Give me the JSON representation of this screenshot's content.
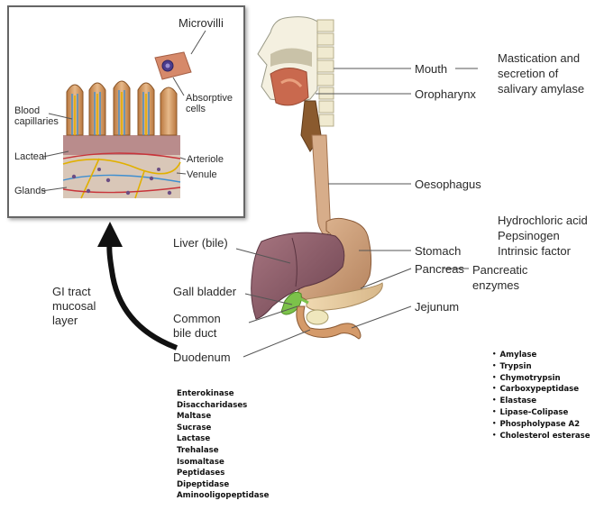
{
  "inset": {
    "microvilli": "Microvilli",
    "absorptive_cells": [
      "Absorptive",
      "cells"
    ],
    "blood_capillaries": [
      "Blood",
      "capillaries"
    ],
    "lacteal": "Lacteal",
    "arteriole": "Arteriole",
    "venule": "Venule",
    "glands": "Glands"
  },
  "gi_tract": [
    "GI tract",
    "mucosal",
    "layer"
  ],
  "organs": {
    "mouth": "Mouth",
    "oropharynx": "Oropharynx",
    "oesophagus": "Oesophagus",
    "stomach": "Stomach",
    "pancreas": "Pancreas",
    "jejunum": "Jejunum",
    "liver": "Liver (bile)",
    "gall_bladder": "Gall bladder",
    "common_bile_duct": [
      "Common",
      "bile duct"
    ],
    "duodenum": "Duodenum"
  },
  "functions": {
    "mouth": [
      "Mastication and",
      "secretion of",
      "salivary amylase"
    ],
    "stomach": [
      "Hydrochloric acid",
      "Pepsinogen",
      "Intrinsic factor"
    ],
    "pancreas": [
      "Pancreatic",
      "enzymes"
    ]
  },
  "brush_border_enzymes": [
    "Enterokinase",
    "Disaccharidases",
    "Maltase",
    "Sucrase",
    "Lactase",
    "Trehalase",
    "Isomaltase",
    "Peptidases",
    "Dipeptidase",
    "Aminooligopeptidase"
  ],
  "pancreatic_enzymes": [
    "Amylase",
    "Trypsin",
    "Chymotrypsin",
    "Carboxypeptidase",
    "Elastase",
    "Lipase-Colipase",
    "Phospholypase A2",
    "Cholesterol esterase"
  ],
  "colors": {
    "liver": "#8e5c68",
    "stomach": "#d1a47f",
    "gall_bladder": "#7cc24a",
    "bone": "#f0ead0",
    "leader": "#555555"
  }
}
